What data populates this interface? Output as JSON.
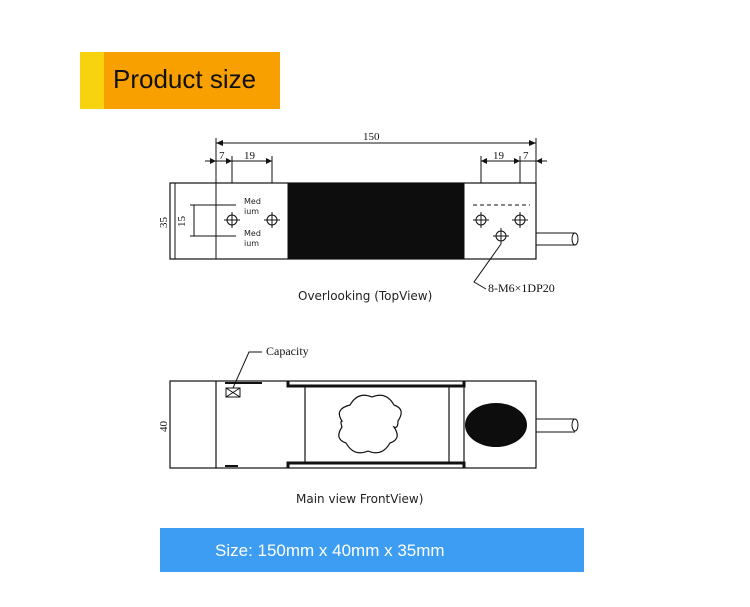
{
  "header": {
    "title": "Product size"
  },
  "top_view": {
    "dim_total": "150",
    "dim_left_7": "7",
    "dim_left_19": "19",
    "dim_right_19": "19",
    "dim_right_7": "7",
    "dim_height_35": "35",
    "dim_inner_15": "15",
    "medium_label_top": "Med\nium",
    "medium_label_bottom": "Med\nium",
    "medium_top_line1": "Med",
    "medium_top_line2": "ium",
    "medium_bottom_line1": "Med",
    "medium_bottom_line2": "ium",
    "thread_label": "8-M6×1DP20",
    "caption": "Overlooking (TopView)"
  },
  "front_view": {
    "dim_height_40": "40",
    "capacity_label": "Capacity",
    "caption": "Main view FrontView)"
  },
  "banner": {
    "text": "Size: 150mm x 40mm x 35mm",
    "color": "#3d9df3"
  },
  "colors": {
    "header_yellow": "#f7d20f",
    "header_orange": "#f8a000"
  }
}
